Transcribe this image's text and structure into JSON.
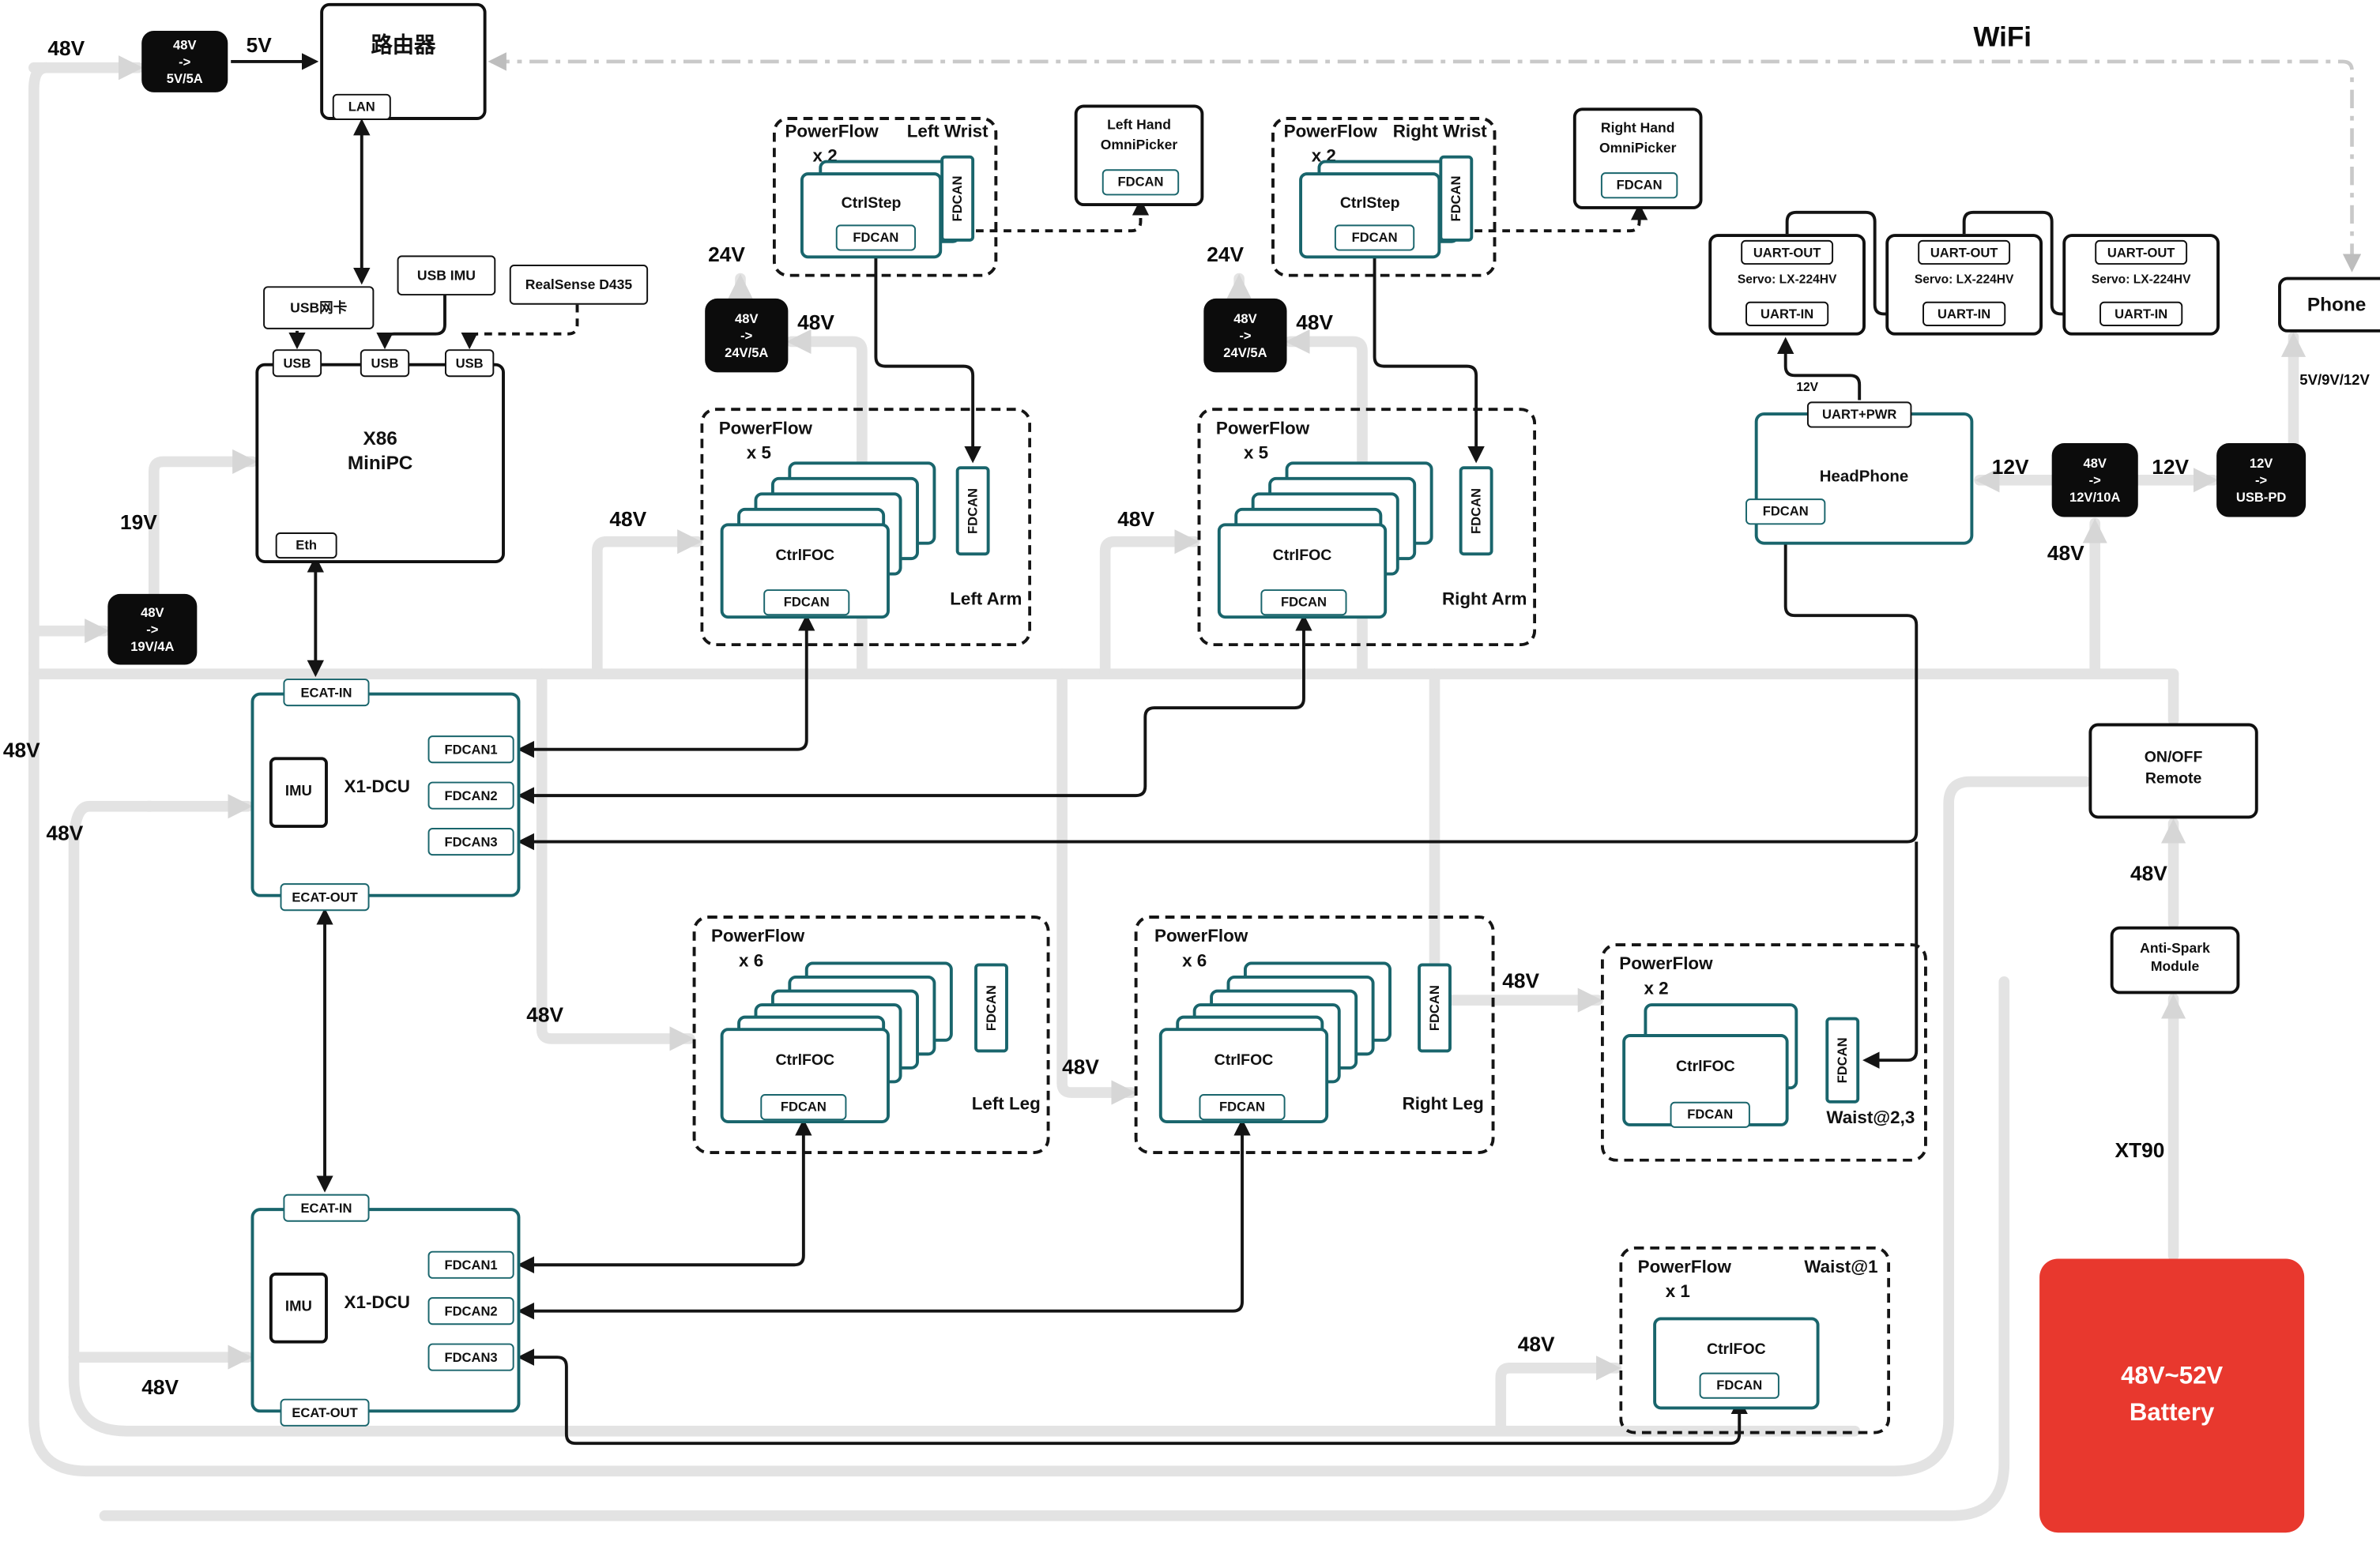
{
  "diagram": {
    "wifi_label": "WiFi",
    "xt90_label": "XT90",
    "voltages": {
      "v48": "48V",
      "v5": "5V",
      "v19": "19V",
      "v24": "24V",
      "v12": "12V",
      "phone_input": "5V/9V/12V"
    },
    "router": {
      "title": "路由器",
      "lan": "LAN"
    },
    "peripherals": {
      "usb_nic": "USB网卡",
      "usb_imu": "USB IMU",
      "realsense": "RealSense D435"
    },
    "minipc": {
      "line1": "X86",
      "line2": "MiniPC",
      "usb": "USB",
      "eth": "Eth"
    },
    "converters": {
      "c5": {
        "in": "48V",
        "arrow": "->",
        "out": "5V/5A"
      },
      "c19": {
        "in": "48V",
        "arrow": "->",
        "out": "19V/4A"
      },
      "c24": {
        "in": "48V",
        "arrow": "->",
        "out": "24V/5A"
      },
      "c12": {
        "in": "48V",
        "arrow": "->",
        "out": "12V/10A"
      },
      "cpd": {
        "in": "12V",
        "arrow": "->",
        "out": "USB-PD"
      }
    },
    "dcu": {
      "title": "X1-DCU",
      "ecat_in": "ECAT-IN",
      "ecat_out": "ECAT-OUT",
      "imu": "IMU",
      "fdcan1": "FDCAN1",
      "fdcan2": "FDCAN2",
      "fdcan3": "FDCAN3"
    },
    "common": {
      "powerflow": "PowerFlow",
      "fdcan": "FDCAN",
      "ctrlfoc": "CtrlFOC",
      "ctrlstep": "CtrlStep"
    },
    "groups": {
      "left_wrist": {
        "count": "x 2",
        "name": "Left Wrist"
      },
      "right_wrist": {
        "count": "x 2",
        "name": "Right Wrist"
      },
      "left_arm": {
        "count": "x 5",
        "name": "Left Arm"
      },
      "right_arm": {
        "count": "x 5",
        "name": "Right Arm"
      },
      "left_leg": {
        "count": "x 6",
        "name": "Left Leg"
      },
      "right_leg": {
        "count": "x 6",
        "name": "Right Leg"
      },
      "waist23": {
        "count": "x 2",
        "name": "Waist@2,3"
      },
      "waist1": {
        "count": "x 1",
        "name": "Waist@1"
      }
    },
    "hands": {
      "left": {
        "line1": "Left Hand",
        "line2": "OmniPicker"
      },
      "right": {
        "line1": "Right Hand",
        "line2": "OmniPicker"
      }
    },
    "servo": {
      "uart_out": "UART-OUT",
      "name": "Servo: LX-224HV",
      "uart_in": "UART-IN"
    },
    "headphone": {
      "port": "UART+PWR",
      "name": "HeadPhone"
    },
    "phone": "Phone",
    "remote": {
      "line1": "ON/OFF",
      "line2": "Remote"
    },
    "antispark": {
      "line1": "Anti-Spark",
      "line2": "Module"
    },
    "battery": {
      "line1": "48V~52V",
      "line2": "Battery"
    },
    "colors": {
      "teal": "#19656c",
      "battery_red": "#e8382e",
      "power_line": "#e3e3e3"
    }
  }
}
